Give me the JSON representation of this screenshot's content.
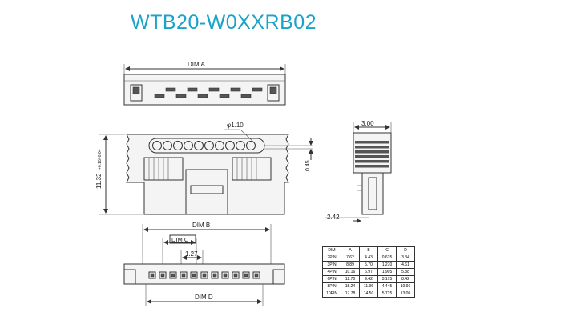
{
  "title": "WTB20-W0XXRB02",
  "labels": {
    "dim_a": "DIM  A",
    "dim_b": "DIM  B",
    "dim_c": "DIM  C",
    "dim_d": "DIM  D",
    "hole_dia": "φ1.10",
    "height": "11.32",
    "height_tol": "+0.10/-0.04",
    "pin_dim": "0.45",
    "width": "3.00",
    "side_depth": "2.42",
    "pitch": "1.27"
  },
  "table": {
    "headers": [
      "DIM",
      "A",
      "B",
      "C",
      "D"
    ],
    "rows": [
      [
        "2PIN",
        "7.62",
        "4.43",
        "0.635",
        "3.34"
      ],
      [
        "3PIN",
        "8.89",
        "5.70",
        "1.270",
        "4.61"
      ],
      [
        "4PIN",
        "10.16",
        "6.97",
        "1.905",
        "5.88"
      ],
      [
        "6PIN",
        "12.70",
        "9.42",
        "3.175",
        "8.42"
      ],
      [
        "8PIN",
        "15.24",
        "11.96",
        "4.445",
        "10.96"
      ],
      [
        "10PIN",
        "17.78",
        "14.50",
        "5.715",
        "13.00"
      ]
    ]
  }
}
